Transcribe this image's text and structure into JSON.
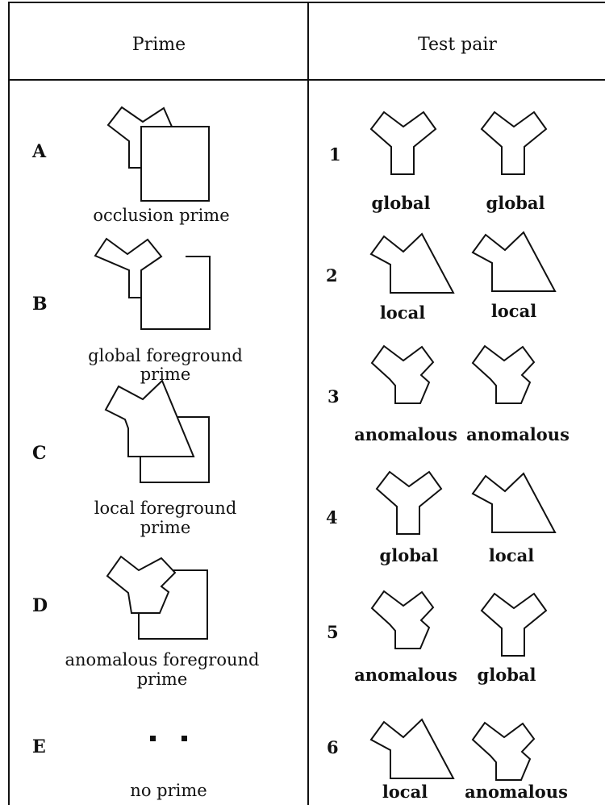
{
  "headers": {
    "prime": "Prime",
    "test_pair": "Test pair"
  },
  "primes": [
    {
      "letter": "A",
      "caption_line1": "occlusion prime",
      "caption_line2": ""
    },
    {
      "letter": "B",
      "caption_line1": "global foreground",
      "caption_line2": "prime"
    },
    {
      "letter": "C",
      "caption_line1": "local foreground",
      "caption_line2": "prime"
    },
    {
      "letter": "D",
      "caption_line1": "anomalous foreground",
      "caption_line2": "prime"
    },
    {
      "letter": "E",
      "caption_line1": "no prime",
      "caption_line2": ""
    }
  ],
  "test_pairs": [
    {
      "number": "1",
      "left": "global",
      "right": "global"
    },
    {
      "number": "2",
      "left": "local",
      "right": "local"
    },
    {
      "number": "3",
      "left": "anomalous",
      "right": "anomalous"
    },
    {
      "number": "4",
      "left": "global",
      "right": "local"
    },
    {
      "number": "5",
      "left": "anomalous",
      "right": "global"
    },
    {
      "number": "6",
      "left": "local",
      "right": "anomalous"
    }
  ],
  "colors": {
    "ink": "#111111",
    "background": "#ffffff"
  }
}
